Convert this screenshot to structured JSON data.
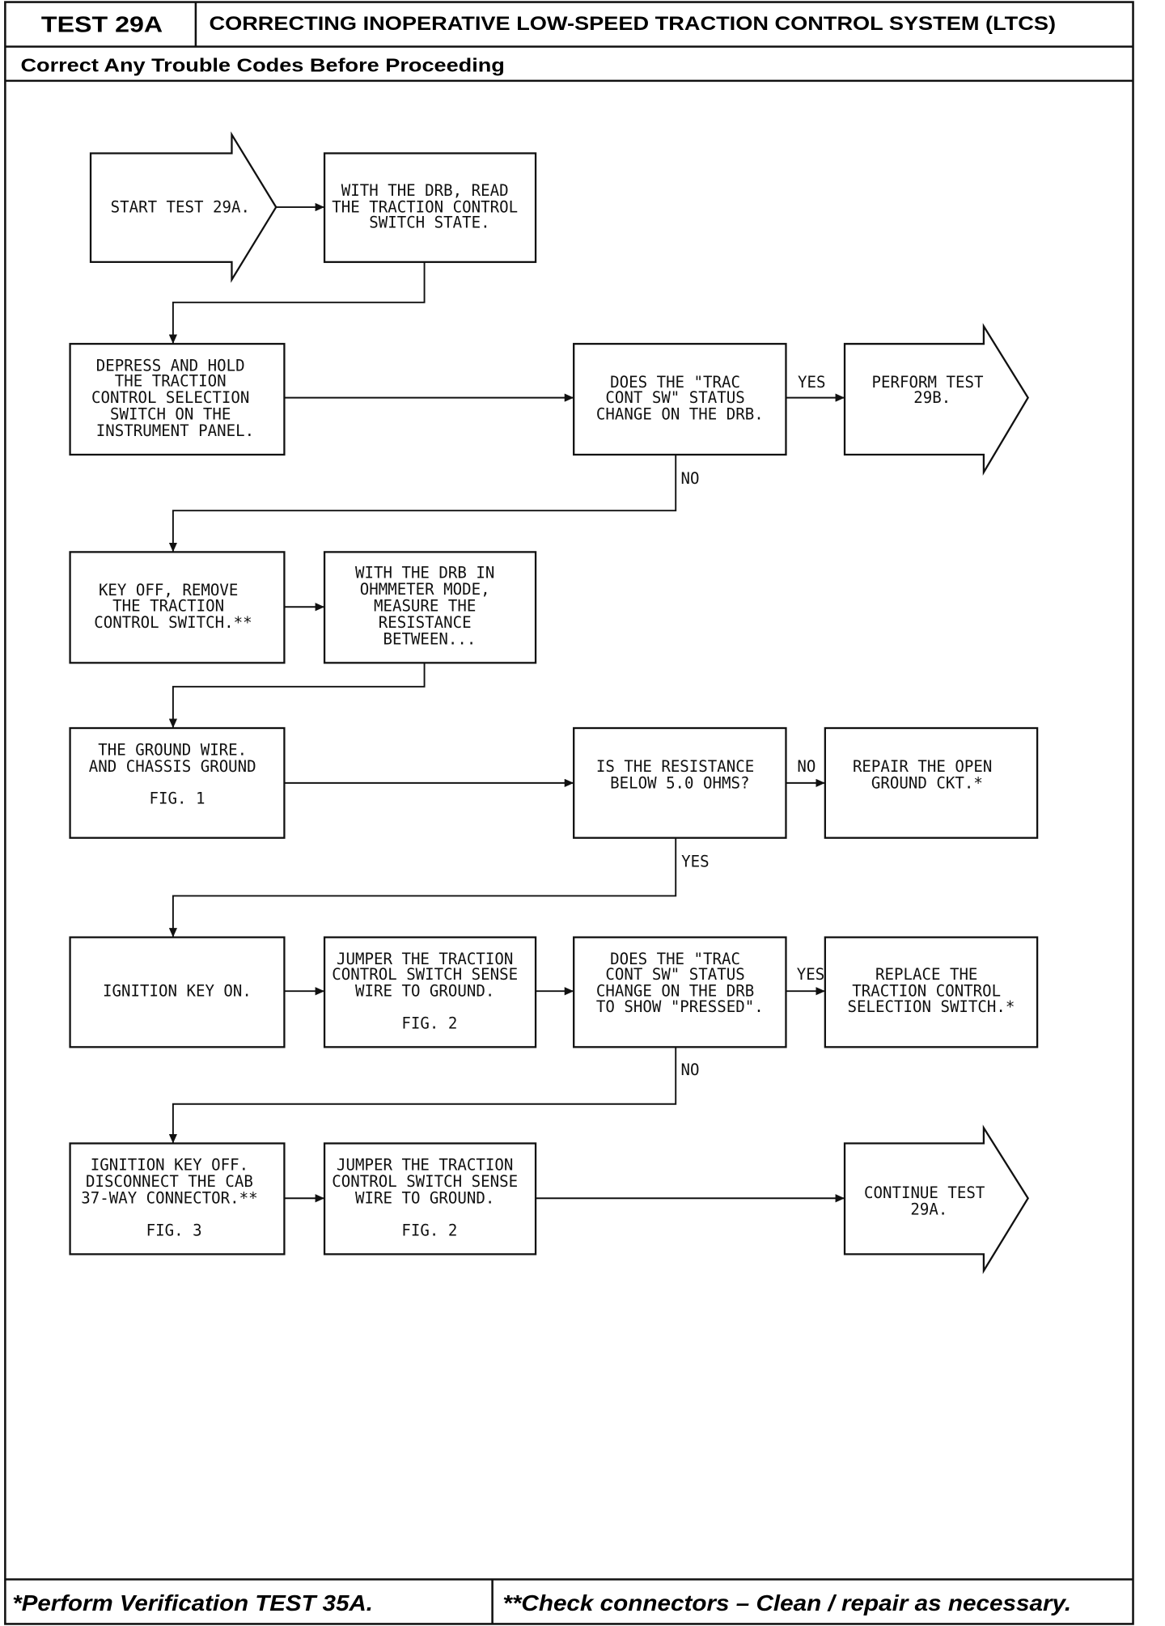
{
  "header": {
    "test_id": "TEST 29A",
    "title": "CORRECTING INOPERATIVE LOW-SPEED TRACTION CONTROL SYSTEM (LTCS)",
    "subtitle": "Correct Any Trouble Codes Before Proceeding"
  },
  "flowchart": {
    "start": {
      "lines": [
        "START TEST 29A."
      ]
    },
    "read_state": {
      "lines": [
        "WITH THE DRB, READ",
        "THE TRACTION CONTROL",
        "SWITCH STATE."
      ]
    },
    "depress_hold": {
      "lines": [
        "DEPRESS AND HOLD",
        "THE TRACTION",
        "CONTROL SELECTION",
        "SWITCH ON THE",
        "INSTRUMENT PANEL."
      ]
    },
    "status_change": {
      "lines": [
        "DOES THE \"TRAC",
        "CONT SW\" STATUS",
        "CHANGE ON THE DRB."
      ]
    },
    "perform_29b": {
      "lines": [
        "PERFORM TEST",
        "29B."
      ]
    },
    "key_off_remove": {
      "lines": [
        "KEY OFF, REMOVE",
        "THE TRACTION",
        "CONTROL SWITCH.**"
      ]
    },
    "ohmmeter": {
      "lines": [
        "WITH THE DRB IN",
        "OHMMETER MODE,",
        "MEASURE THE",
        "RESISTANCE",
        "BETWEEN..."
      ]
    },
    "ground_wire": {
      "lines": [
        "THE GROUND WIRE.",
        "AND CHASSIS GROUND"
      ],
      "fig": "FIG. 1"
    },
    "resistance_check": {
      "lines": [
        "IS THE RESISTANCE",
        "BELOW 5.0 OHMS?"
      ]
    },
    "repair_ground": {
      "lines": [
        "REPAIR THE OPEN",
        "GROUND CKT.*"
      ]
    },
    "ignition_on": {
      "lines": [
        "IGNITION KEY ON."
      ]
    },
    "jumper_1": {
      "lines": [
        "JUMPER THE TRACTION",
        "CONTROL SWITCH SENSE",
        "WIRE TO GROUND."
      ],
      "fig": "FIG. 2"
    },
    "pressed_check": {
      "lines": [
        "DOES THE \"TRAC",
        "CONT SW\" STATUS",
        "CHANGE ON THE DRB",
        "TO SHOW \"PRESSED\"."
      ]
    },
    "replace_switch": {
      "lines": [
        "REPLACE THE",
        "TRACTION CONTROL",
        "SELECTION SWITCH.*"
      ]
    },
    "ignition_off": {
      "lines": [
        "IGNITION KEY OFF.",
        "DISCONNECT THE CAB",
        "37-WAY CONNECTOR.**"
      ],
      "fig": "FIG. 3"
    },
    "jumper_2": {
      "lines": [
        "JUMPER THE TRACTION",
        "CONTROL SWITCH SENSE",
        "WIRE TO GROUND."
      ],
      "fig": "FIG. 2"
    },
    "continue_29a": {
      "lines": [
        "CONTINUE TEST",
        "29A."
      ]
    }
  },
  "branch_labels": {
    "yes_1": "YES",
    "no_1": "NO",
    "no_2": "NO",
    "yes_2": "YES",
    "yes_3": "YES",
    "no_3": "NO"
  },
  "footer": {
    "left": "*Perform Verification TEST 35A.",
    "right": "**Check connectors – Clean / repair as necessary."
  }
}
